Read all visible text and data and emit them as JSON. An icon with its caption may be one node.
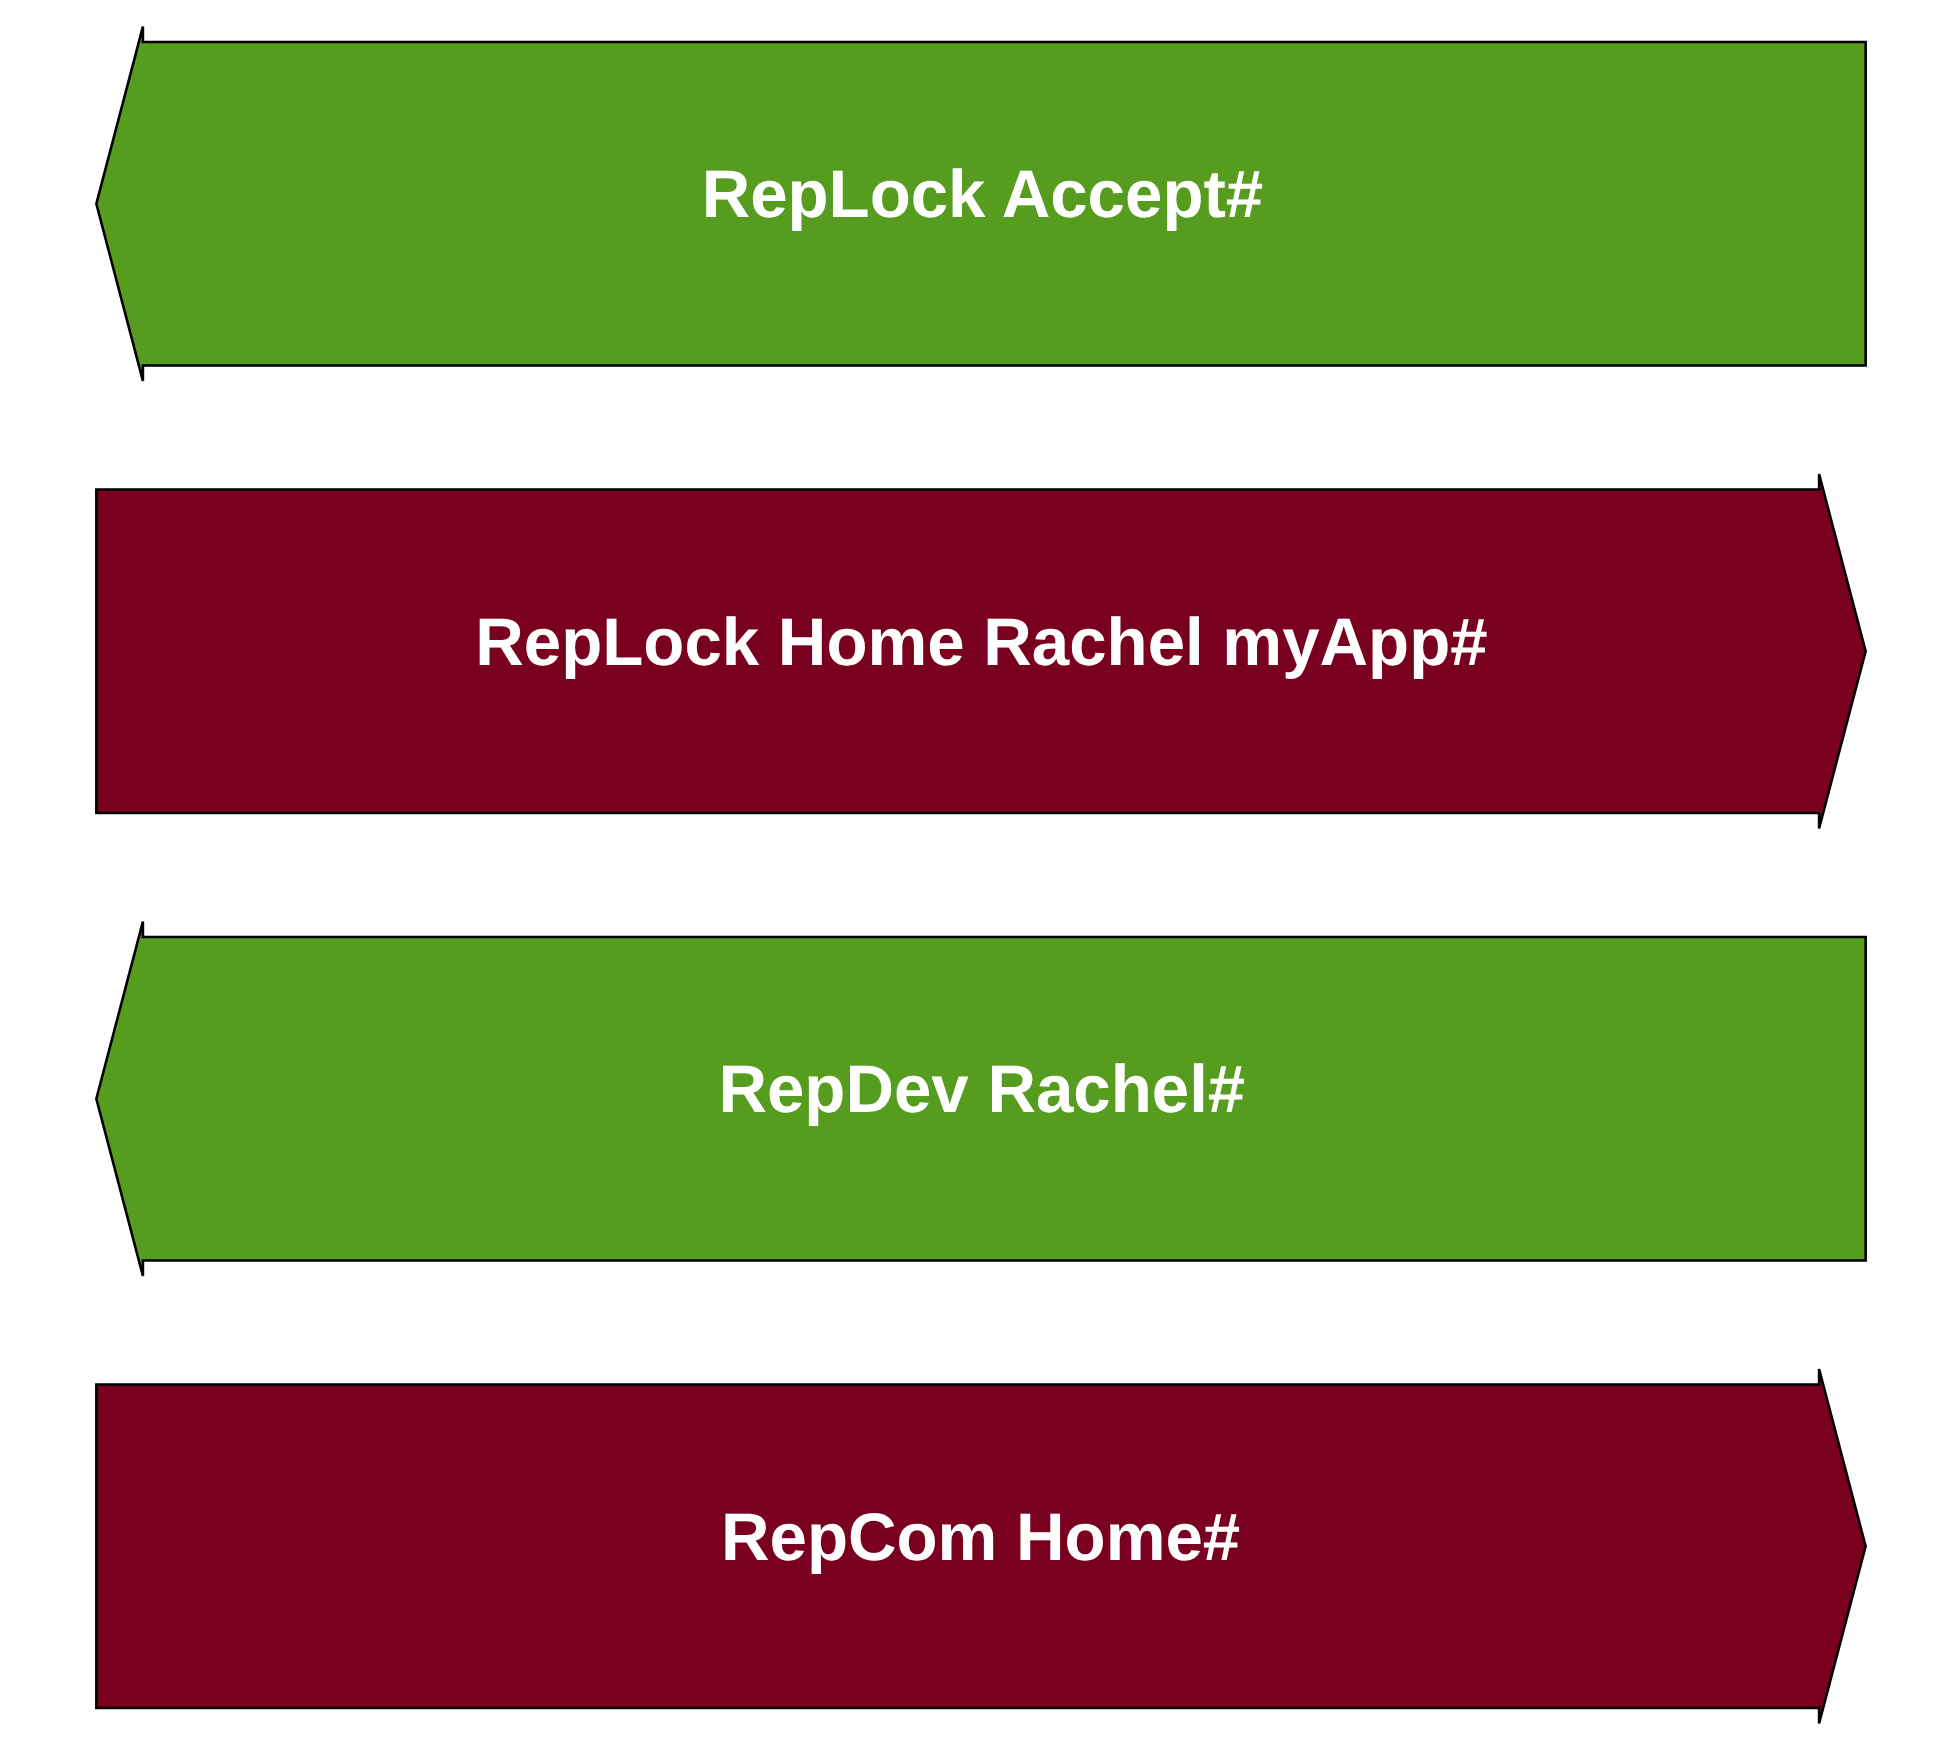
{
  "diagram": {
    "nodes": [
      {
        "text": [
          "RepCom Home#"
        ]
      },
      {
        "text": [
          "RepDev Rachel#"
        ]
      },
      {
        "text": [
          "RepLock Home Rachel myApp#"
        ]
      },
      {
        "text": [
          "RepLock Accept#"
        ]
      }
    ],
    "edges": []
  }
}
